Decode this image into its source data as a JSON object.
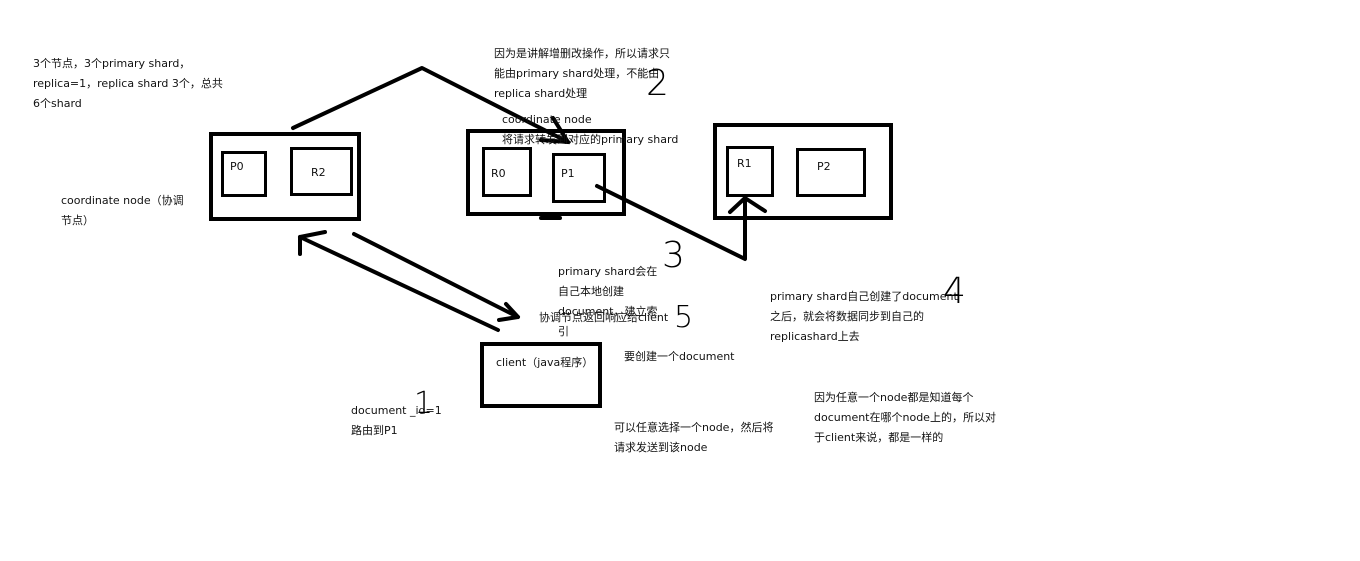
{
  "notes": {
    "cluster": [
      "3个节点，3个primary shard，",
      "replica=1，replica shard 3个，总共",
      "6个shard"
    ],
    "crud": [
      "因为是讲解增删改操作，所以请求只",
      "能由primary shard处理，不能由",
      "replica shard处理"
    ],
    "forward": [
      "coordinate node",
      "将请求转发到对应的primary shard"
    ],
    "coordinate": [
      "coordinate node（协调",
      "节点）"
    ],
    "index": [
      "primary shard会在",
      "自己本地创建",
      "document，建立索",
      "引"
    ],
    "sync": [
      "primary shard自己创建了document",
      "之后，就会将数据同步到自己的",
      "replicashard上去"
    ],
    "respond": "协调节点返回响应给client",
    "route": [
      "document _id=1",
      "路由到P1"
    ],
    "create": "要创建一个document",
    "choose": [
      "可以任意选择一个node，然后将",
      "请求发送到该node"
    ],
    "any_node": [
      "因为任意一个node都是知道每个",
      "document在哪个node上的，所以对",
      "于client来说，都是一样的"
    ]
  },
  "nodes": [
    {
      "shards": [
        "P0",
        "R2"
      ]
    },
    {
      "shards": [
        "R0",
        "P1"
      ]
    },
    {
      "shards": [
        "R1",
        "P2"
      ]
    }
  ],
  "client": "client（java程序）",
  "steps": [
    "1",
    "2",
    "3",
    "4",
    "5"
  ]
}
